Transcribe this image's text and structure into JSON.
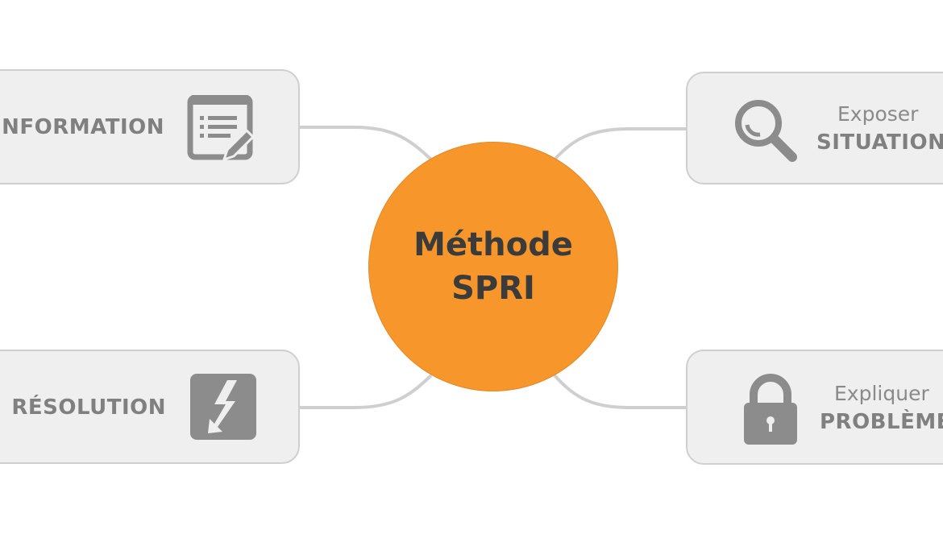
{
  "center": {
    "line1": "Méthode",
    "line2": "SPRI"
  },
  "nodes": {
    "information": {
      "title": "INFORMATION",
      "icon": "document-edit-icon"
    },
    "resolution": {
      "title": "RÉSOLUTION",
      "icon": "lightning-arrow-icon"
    },
    "situation": {
      "subtitle": "Exposer",
      "title": "SITUATION",
      "icon": "magnifier-icon"
    },
    "probleme": {
      "subtitle": "Expliquer",
      "title": "PROBLÈME",
      "icon": "lock-icon"
    }
  },
  "colors": {
    "accent": "#f7962a",
    "box": "#efefef",
    "icon": "#8c8c8c"
  }
}
